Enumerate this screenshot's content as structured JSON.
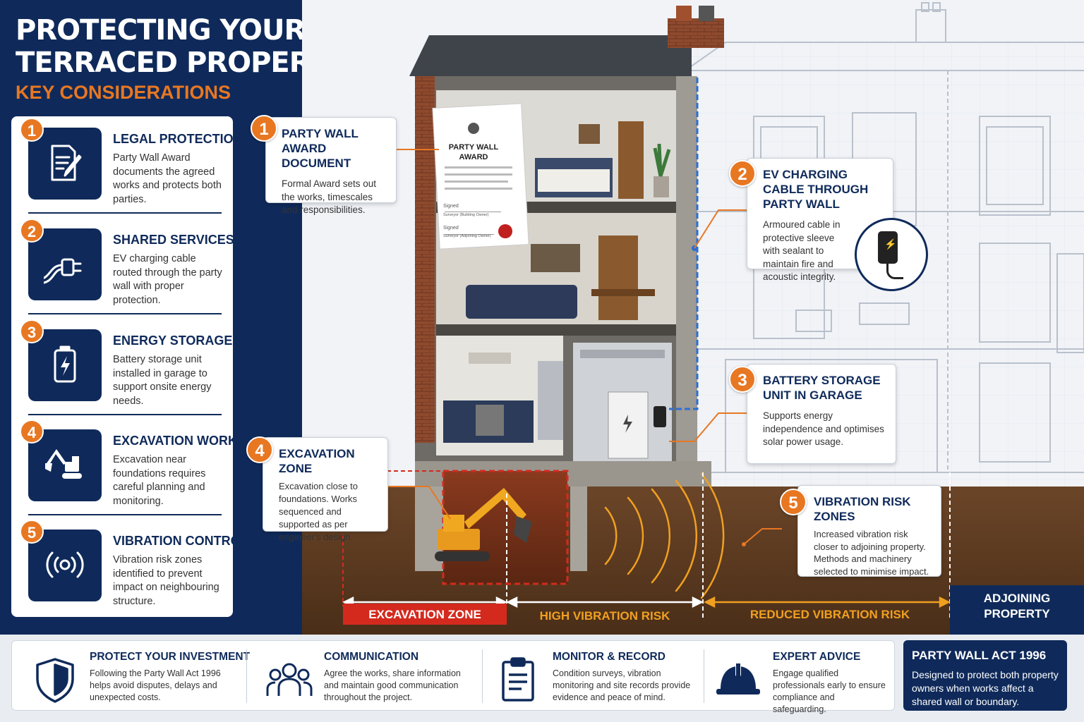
{
  "header": {
    "title_line1": "PROTECTING YOUR",
    "title_line2": "TERRACED PROPERTY",
    "subtitle": "KEY CONSIDERATIONS"
  },
  "considerations": [
    {
      "num": "1",
      "title": "LEGAL PROTECTION",
      "desc": "Party Wall Award documents the agreed works and protects both parties.",
      "icon": "document-pen-icon"
    },
    {
      "num": "2",
      "title": "SHARED SERVICES",
      "desc": "EV charging cable routed through the party wall with proper protection.",
      "icon": "cable-plug-icon"
    },
    {
      "num": "3",
      "title": "ENERGY STORAGE",
      "desc": "Battery storage unit installed in garage to support onsite energy needs.",
      "icon": "battery-icon"
    },
    {
      "num": "4",
      "title": "EXCAVATION WORKS",
      "desc": "Excavation near foundations requires careful planning and monitoring.",
      "icon": "excavator-icon"
    },
    {
      "num": "5",
      "title": "VIBRATION CONTROL",
      "desc": "Vibration risk zones identified to prevent impact on neighbouring structure.",
      "icon": "vibration-icon"
    }
  ],
  "document": {
    "title_line1": "PARTY WALL",
    "title_line2": "AWARD",
    "signed_label": "Signed",
    "signer1": "Surveyor (Building Owner)",
    "signer2": "Surveyor (Adjoining Owner)"
  },
  "callouts": [
    {
      "num": "1",
      "title": "PARTY WALL AWARD DOCUMENT",
      "desc": "Formal Award sets out the works, timescales and responsibilities."
    },
    {
      "num": "2",
      "title": "EV CHARGING CABLE THROUGH PARTY WALL",
      "desc": "Armoured cable in protective sleeve with sealant to maintain fire and acoustic integrity."
    },
    {
      "num": "3",
      "title": "BATTERY STORAGE UNIT IN GARAGE",
      "desc": "Supports energy independence and optimises solar power usage."
    },
    {
      "num": "4",
      "title": "EXCAVATION ZONE",
      "desc": "Excavation close to foundations. Works sequenced and supported as per engineer's design."
    },
    {
      "num": "5",
      "title": "VIBRATION RISK ZONES",
      "desc": "Increased vibration risk closer to adjoining property. Methods and machinery selected to minimise impact."
    }
  ],
  "zones": {
    "excavation": "EXCAVATION ZONE",
    "high": "HIGH VIBRATION RISK",
    "reduced": "REDUCED VIBRATION RISK",
    "adjoining_line1": "ADJOINING",
    "adjoining_line2": "PROPERTY"
  },
  "bottom": [
    {
      "title": "PROTECT YOUR INVESTMENT",
      "desc": "Following the Party Wall Act 1996 helps avoid disputes, delays and unexpected costs.",
      "icon": "shield-icon"
    },
    {
      "title": "COMMUNICATION",
      "desc": "Agree the works, share information and maintain good communication throughout the project.",
      "icon": "people-group-icon"
    },
    {
      "title": "MONITOR & RECORD",
      "desc": "Condition surveys, vibration monitoring and site records provide evidence and peace of mind.",
      "icon": "clipboard-icon"
    },
    {
      "title": "EXPERT ADVICE",
      "desc": "Engage qualified professionals early to ensure compliance and safeguarding.",
      "icon": "hard-hat-icon"
    }
  ],
  "act": {
    "title": "PARTY WALL ACT 1996",
    "desc": "Designed to protect both property owners when works affect a shared wall or boundary."
  },
  "colors": {
    "navy": "#0f2a5a",
    "orange": "#e87722",
    "red": "#d42a1e",
    "amber": "#f0a020"
  }
}
